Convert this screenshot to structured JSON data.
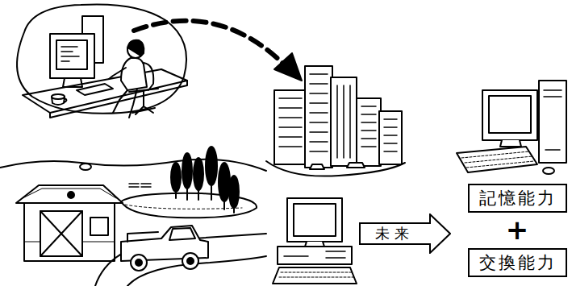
{
  "diagram": {
    "nodes": [
      {
        "text": [
          "未来"
        ]
      },
      {
        "text": [
          "記憶能力"
        ]
      },
      {
        "text": [
          "交換能力"
        ]
      }
    ],
    "labels": [
      "+"
    ]
  }
}
